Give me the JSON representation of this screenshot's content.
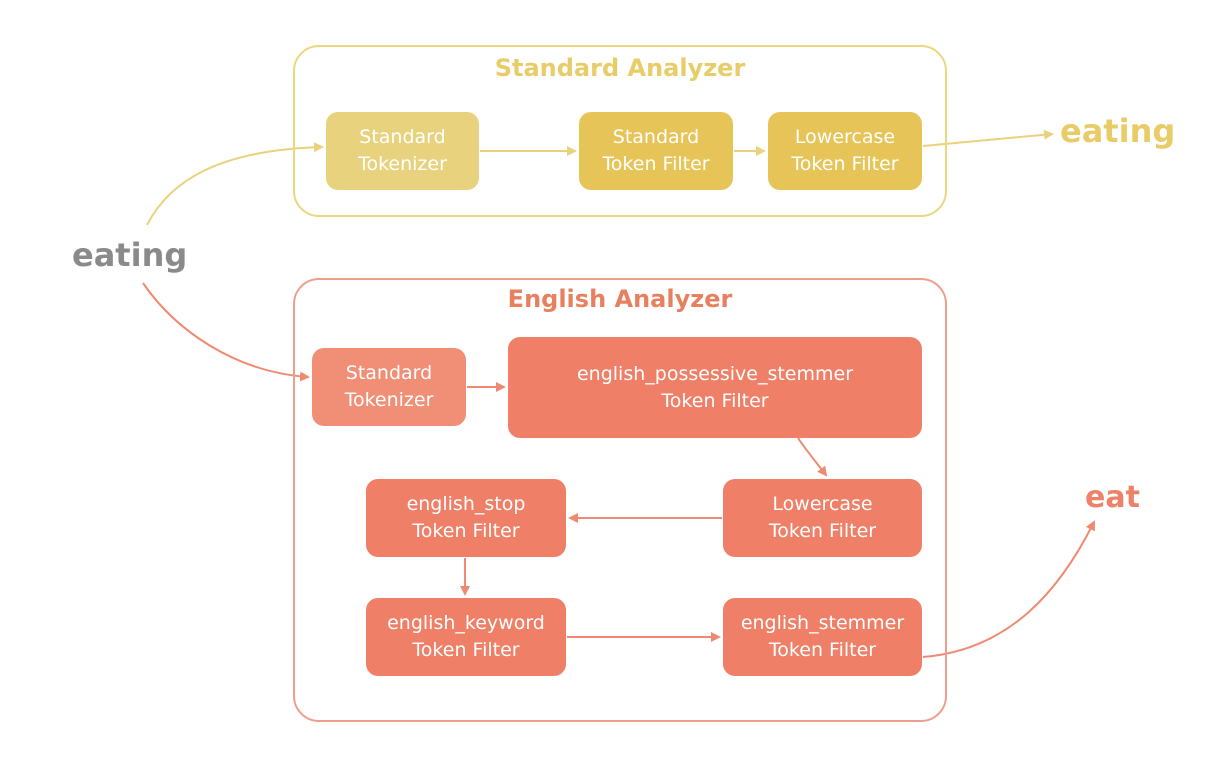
{
  "input_token": "eating",
  "standard_analyzer": {
    "title": "Standard Analyzer",
    "output": "eating",
    "color": "#e8cc68",
    "nodes": [
      {
        "line1": "Standard",
        "line2": "Tokenizer"
      },
      {
        "line1": "Standard",
        "line2": "Token Filter"
      },
      {
        "line1": "Lowercase",
        "line2": "Token Filter"
      }
    ]
  },
  "english_analyzer": {
    "title": "English Analyzer",
    "output": "eat",
    "color": "#ee8269",
    "nodes": [
      {
        "line1": "Standard",
        "line2": "Tokenizer"
      },
      {
        "line1": "english_possessive_stemmer",
        "line2": "Token Filter"
      },
      {
        "line1": "Lowercase",
        "line2": "Token Filter"
      },
      {
        "line1": "english_stop",
        "line2": "Token Filter"
      },
      {
        "line1": "english_keyword",
        "line2": "Token Filter"
      },
      {
        "line1": "english_stemmer",
        "line2": "Token Filter"
      }
    ]
  }
}
